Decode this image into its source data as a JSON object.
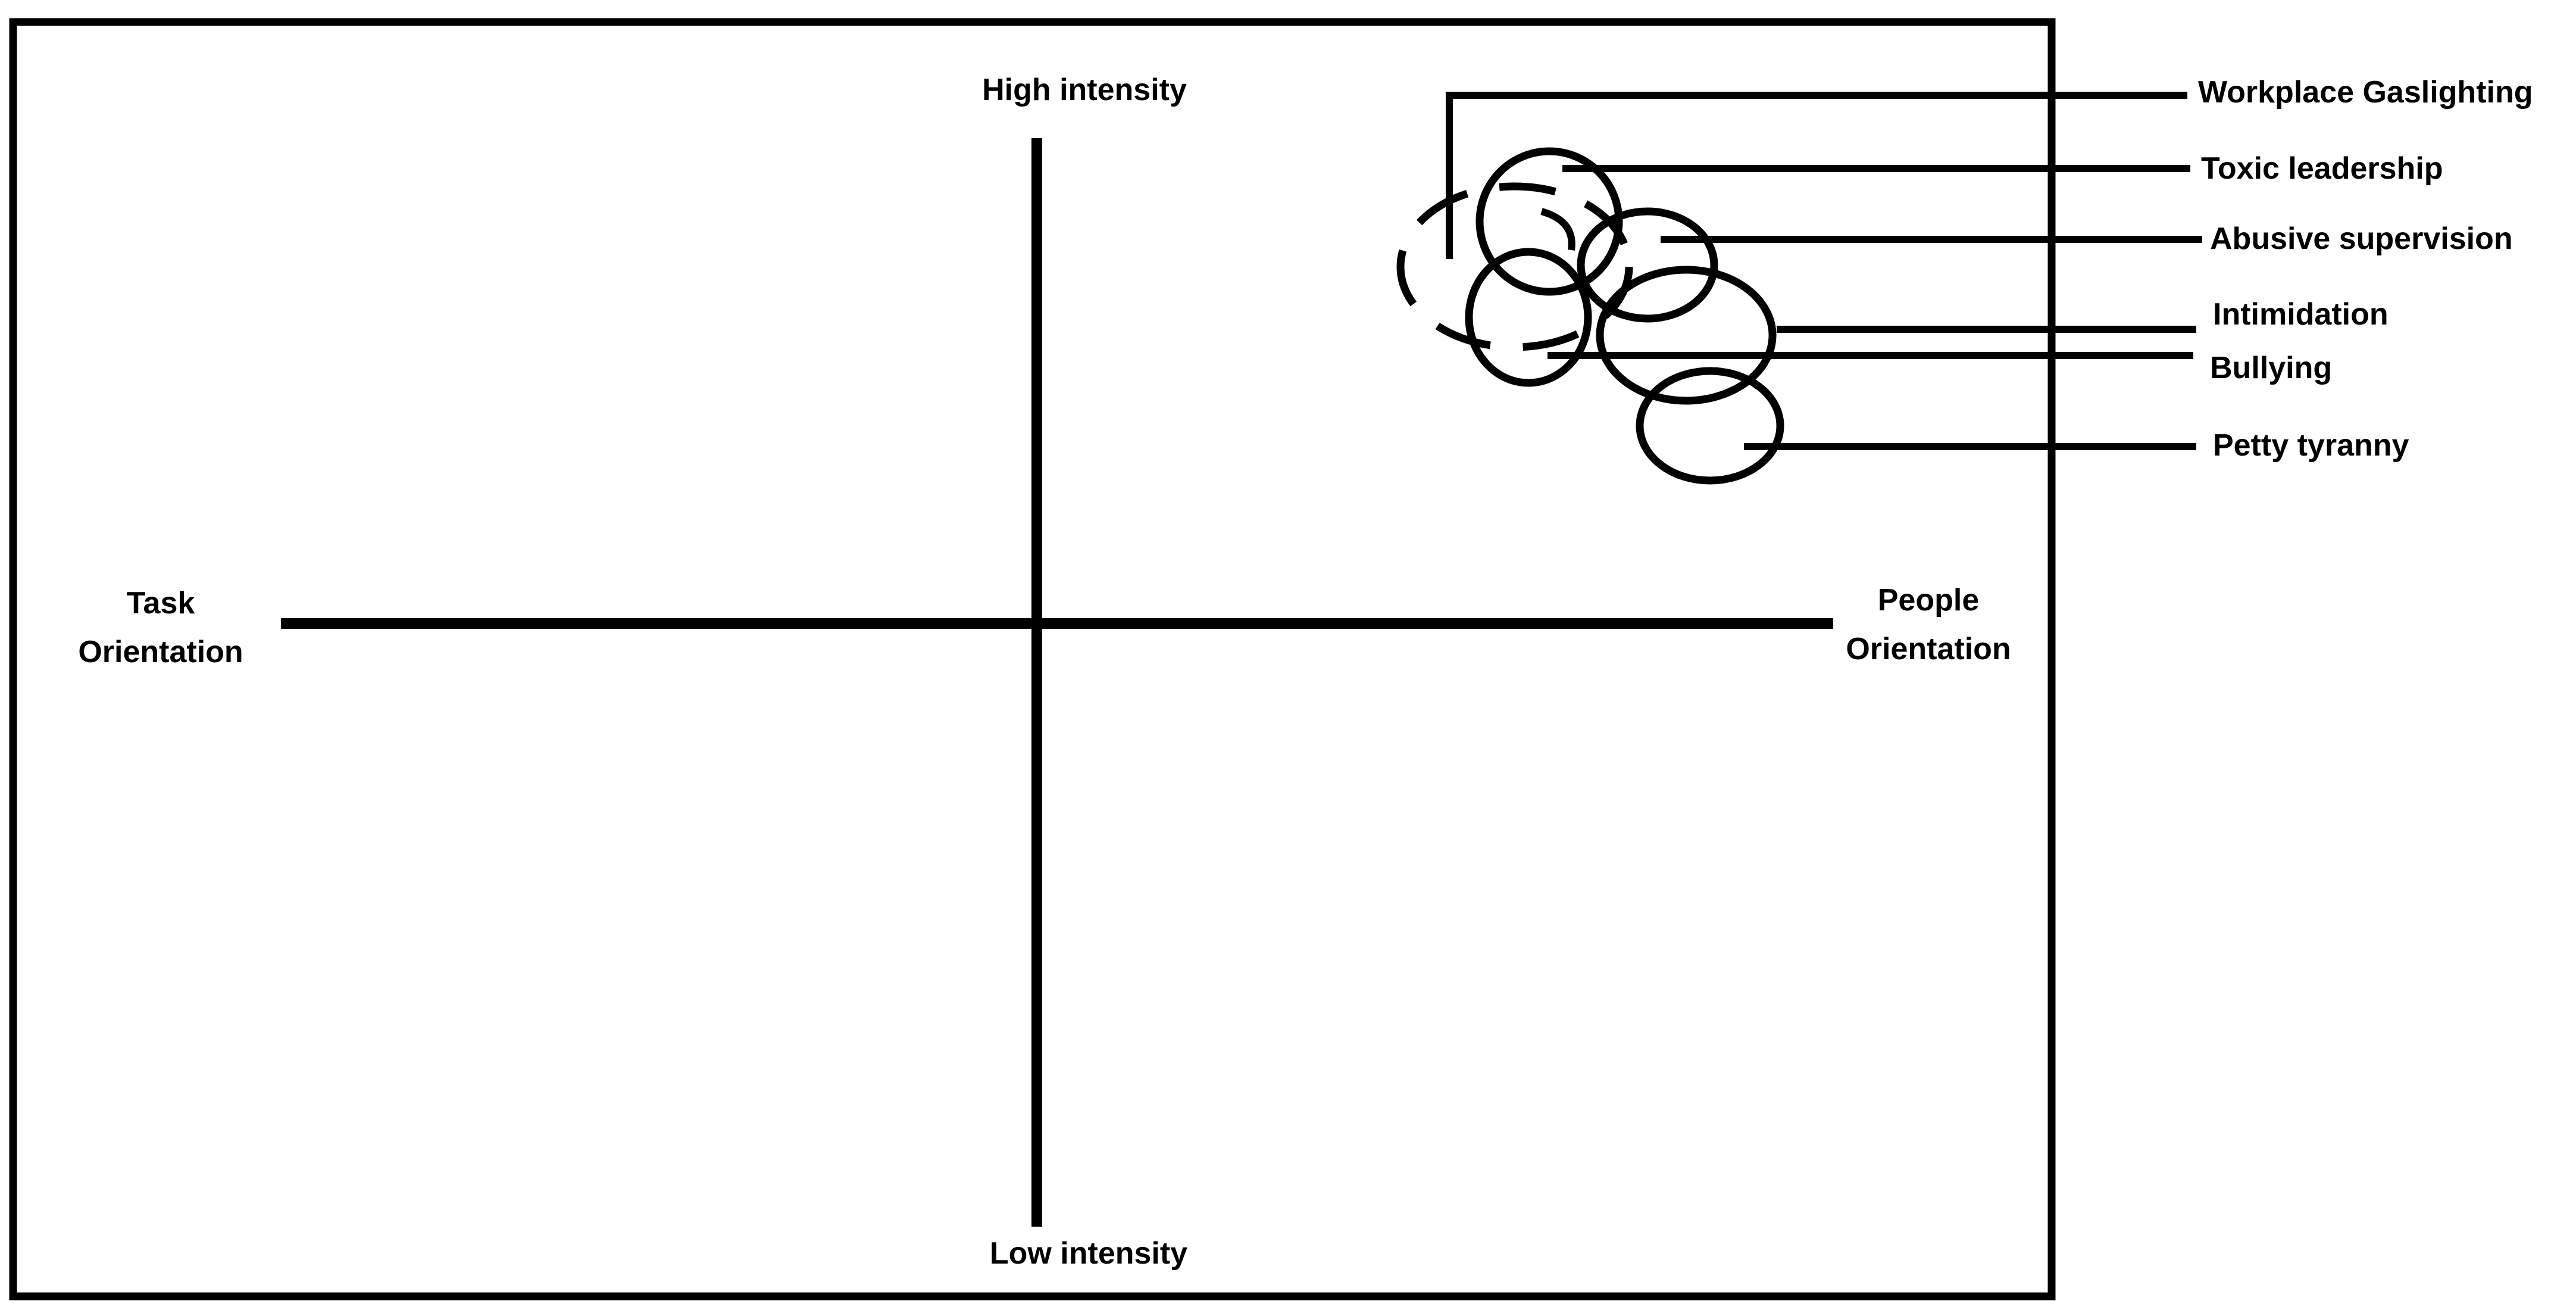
{
  "axes": {
    "high": "High intensity",
    "low": "Low intensity",
    "task": [
      "Task",
      "Orientation"
    ],
    "people": [
      "People",
      "Orientation"
    ]
  },
  "constructs": [
    {
      "id": "workplace-gaslighting",
      "label": "Workplace Gaslighting",
      "outline": "dashed"
    },
    {
      "id": "toxic-leadership",
      "label": "Toxic leadership",
      "outline": "solid"
    },
    {
      "id": "abusive-supervision",
      "label": "Abusive supervision",
      "outline": "solid"
    },
    {
      "id": "intimidation",
      "label": "Intimidation",
      "outline": "solid"
    },
    {
      "id": "bullying",
      "label": "Bullying",
      "outline": "solid"
    },
    {
      "id": "petty-tyranny",
      "label": "Petty tyranny",
      "outline": "solid"
    }
  ],
  "colors": {
    "line": "#000000",
    "background": "#ffffff"
  }
}
